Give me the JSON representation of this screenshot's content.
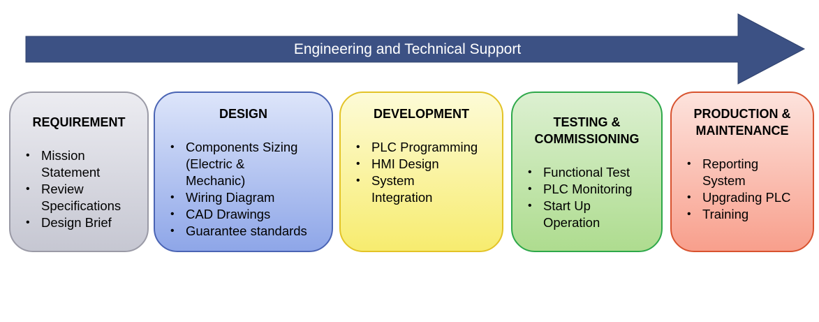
{
  "arrow": {
    "label": "Engineering and Technical Support",
    "color": "#3c5184"
  },
  "stages": [
    {
      "title_lines": [
        "REQUIREMENT"
      ],
      "items": [
        [
          "Mission",
          "Statement"
        ],
        [
          "Review",
          "Specifications"
        ],
        [
          "Design Brief"
        ]
      ],
      "fill_top": "#ececf1",
      "fill_bottom": "#c6c7d2",
      "border": "#9a9aa6"
    },
    {
      "title_lines": [
        "DESIGN"
      ],
      "items": [
        [
          "Components Sizing",
          "(Electric &",
          "Mechanic)"
        ],
        [
          "Wiring Diagram"
        ],
        [
          "CAD Drawings"
        ],
        [
          "Guarantee standards"
        ]
      ],
      "fill_top": "#dde5fa",
      "fill_bottom": "#8ea6e8",
      "border": "#4a64b4"
    },
    {
      "title_lines": [
        "DEVELOPMENT"
      ],
      "items": [
        [
          "PLC Programming"
        ],
        [
          "HMI Design"
        ],
        [
          "System",
          "Integration"
        ]
      ],
      "fill_top": "#fdfbd7",
      "fill_bottom": "#f7ec6f",
      "border": "#e3c327"
    },
    {
      "title_lines": [
        "TESTING &",
        "COMMISSIONING"
      ],
      "items": [
        [
          "Functional Test"
        ],
        [
          "PLC Monitoring"
        ],
        [
          "Start Up",
          "Operation"
        ]
      ],
      "fill_top": "#dcf0d1",
      "fill_bottom": "#aedc8f",
      "border": "#2ea84a"
    },
    {
      "title_lines": [
        "PRODUCTION &",
        "MAINTENANCE"
      ],
      "items": [
        [
          "Reporting",
          "System"
        ],
        [
          "Upgrading PLC"
        ],
        [
          "Training"
        ]
      ],
      "fill_top": "#fde3dd",
      "fill_bottom": "#f89f8c",
      "border": "#d8532f"
    }
  ]
}
